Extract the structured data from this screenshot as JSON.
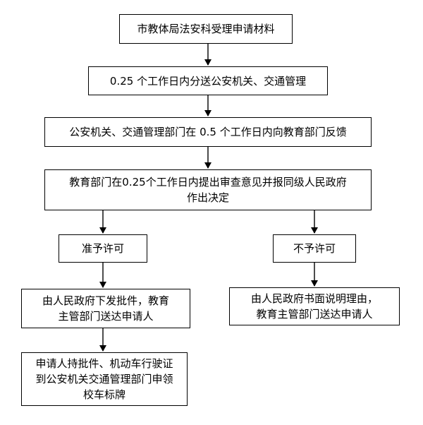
{
  "flowchart": {
    "step1": "市教体局法安科受理申请材料",
    "step2": "0.25 个工作日内分送公安机关、交通管理",
    "step3": "公安机关、交通管理部门在 0.5 个工作日内向教育部门反馈",
    "step4_line1": "教育部门在0.25个工作日内提出审查意见并报同级人民政府",
    "step4_line2": "作出决定",
    "approve": "准予许可",
    "reject": "不予许可",
    "approve_result_line1": "由人民政府下发批件，教育",
    "approve_result_line2": "主管部门送达申请人",
    "reject_result_line1": "由人民政府书面说明理由，",
    "reject_result_line2": "教育主管部门送达申请人",
    "final_line1": "申请人持批件、机动车行驶证",
    "final_line2": "到公安机关交通管理部门申领",
    "final_line3": "校车标牌"
  }
}
